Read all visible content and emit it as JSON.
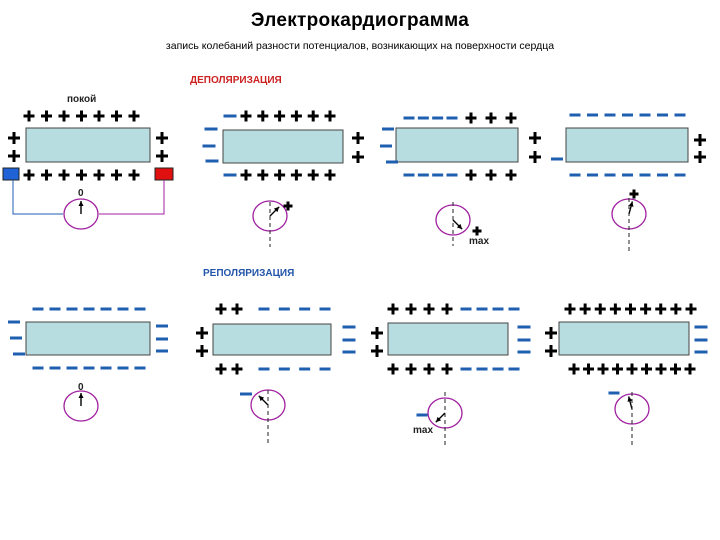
{
  "header": {
    "title": "Электрокардиограмма",
    "subtitle": "запись колебаний разности потенциалов, возникающих на поверхности сердца"
  },
  "sections": {
    "depolarization": "ДЕПОЛЯРИЗАЦИЯ",
    "repolarization": "РЕПОЛЯРИЗАЦИЯ"
  },
  "labels": {
    "rest": "покой",
    "zero_dep": "0",
    "zero_rep": "0",
    "max_dep": "max",
    "max_rep": "max"
  },
  "colors": {
    "cell_fill": "#b8dde0",
    "minus": "#1f5fb0",
    "plus": "#000000",
    "galvanometer": "#a020a0",
    "electrode_left": "#1f63d6",
    "electrode_right": "#e01010",
    "depolarization_label": "#cc2222",
    "repolarization_label": "#2255aa"
  }
}
